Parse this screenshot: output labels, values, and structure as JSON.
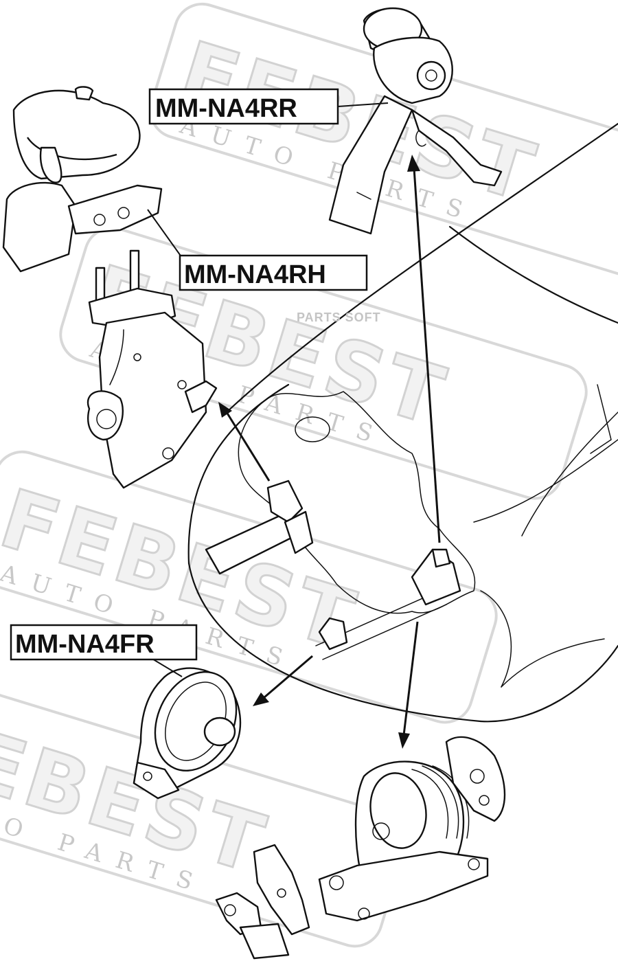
{
  "watermark": {
    "brand": "FEBEST",
    "sub": "AUTO PARTS"
  },
  "site_mark": "PARTS SOFT",
  "labels": {
    "rear_mount": "MM-NA4RR",
    "right_mount": "MM-NA4RH",
    "front_mount": "MM-NA4FR"
  }
}
